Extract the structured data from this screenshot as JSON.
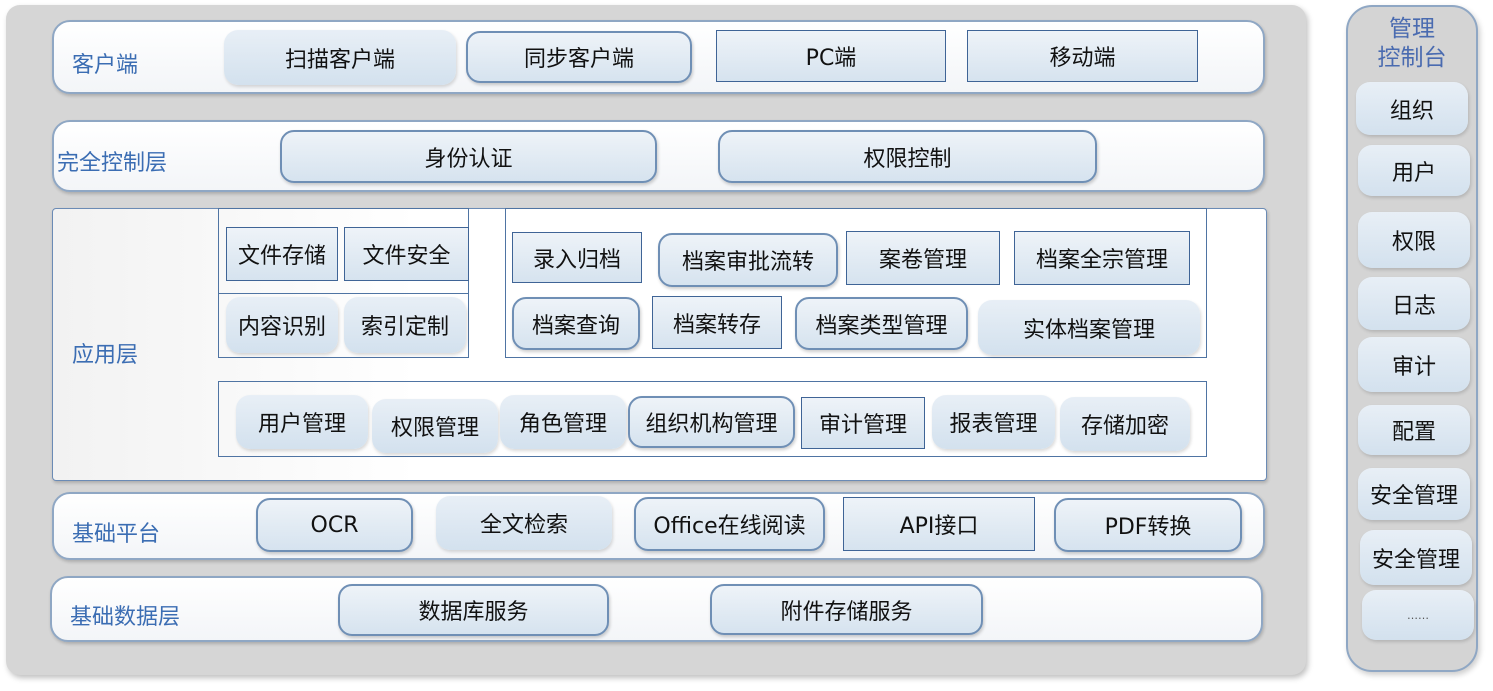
{
  "layers": {
    "client": {
      "label": "客户端",
      "items": [
        "扫描客户端",
        "同步客户端",
        "PC端",
        "移动端"
      ]
    },
    "control": {
      "label": "完全控制层",
      "items": [
        "身份认证",
        "权限控制"
      ]
    },
    "app": {
      "label": "应用层",
      "group_a": [
        "文件存储",
        "文件安全",
        "内容识别",
        "索引定制"
      ],
      "group_b": [
        "录入归档",
        "档案审批流转",
        "案卷管理",
        "档案全宗管理",
        "档案查询",
        "档案转存",
        "档案类型管理",
        "实体档案管理"
      ],
      "group_c": [
        "用户管理",
        "权限管理",
        "角色管理",
        "组织机构管理",
        "审计管理",
        "报表管理",
        "存储加密"
      ]
    },
    "platform": {
      "label": "基础平台",
      "items": [
        "OCR",
        "全文检索",
        "Office在线阅读",
        "API接口",
        "PDF转换"
      ]
    },
    "data": {
      "label": "基础数据层",
      "items": [
        "数据库服务",
        "附件存储服务"
      ]
    }
  },
  "console": {
    "title_line1": "管理",
    "title_line2": "控制台",
    "items": [
      "组织",
      "用户",
      "权限",
      "日志",
      "审计",
      "配置",
      "安全管理",
      "安全管理",
      "……"
    ]
  }
}
